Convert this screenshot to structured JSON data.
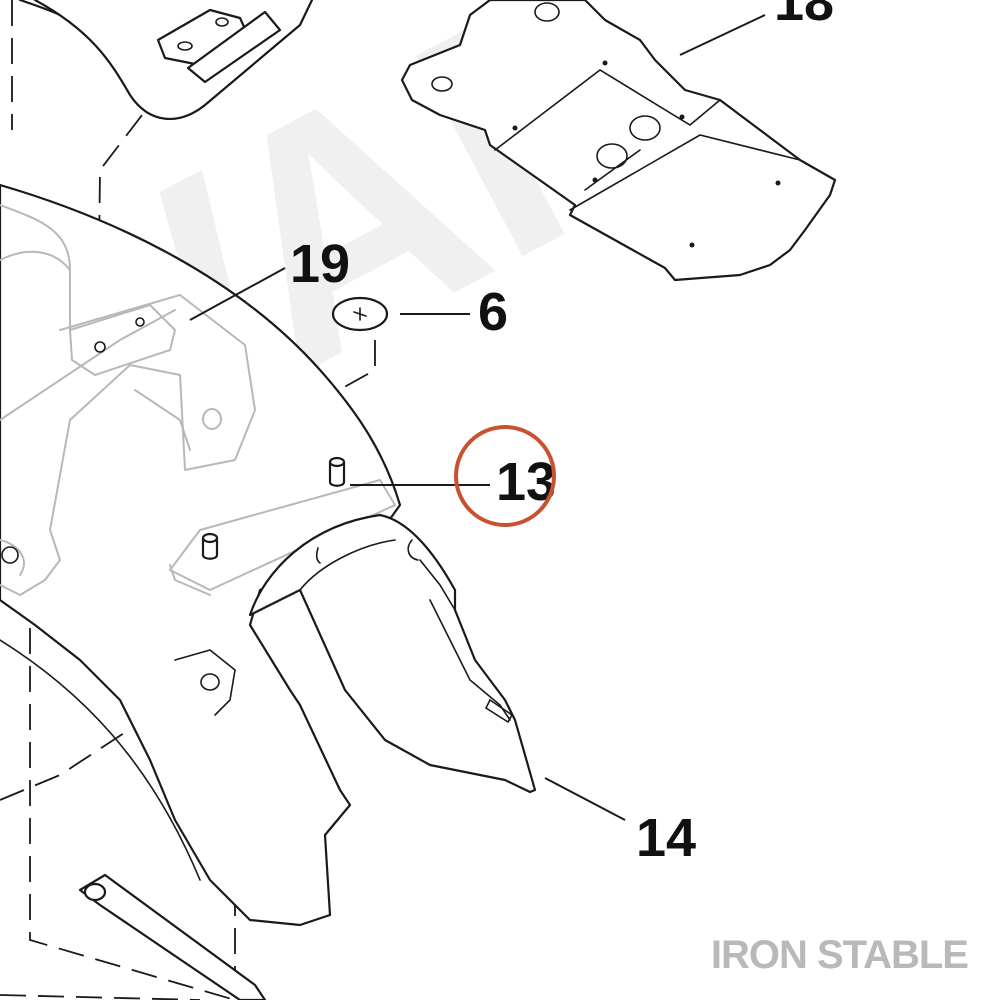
{
  "callouts": [
    {
      "label": "18"
    },
    {
      "label": "19"
    },
    {
      "label": "6"
    },
    {
      "label": "13",
      "highlighted": true
    },
    {
      "label": "14"
    }
  ],
  "watermark_brand": "IRON STABLE",
  "watermark_background": "WAF",
  "colors": {
    "line": "#1a1a1a",
    "highlight_circle": "#c8522f",
    "brand_text": "#b9b9b9",
    "watermark": "#f0f0f0"
  },
  "icons": {
    "screw": "phillips-screw-icon",
    "stud": "stud-pin-icon"
  }
}
